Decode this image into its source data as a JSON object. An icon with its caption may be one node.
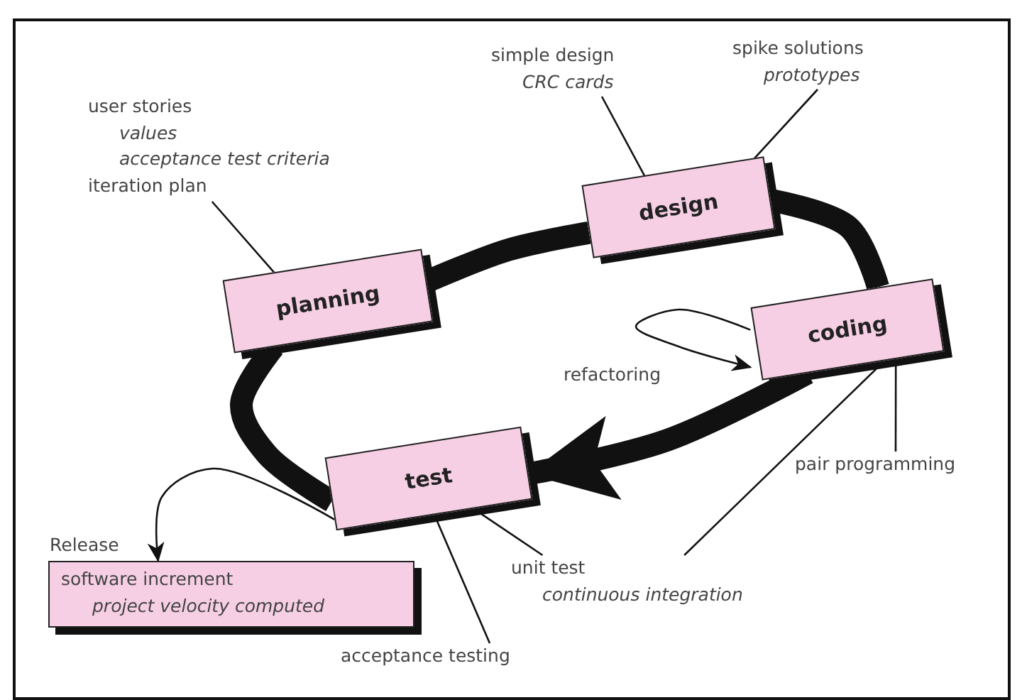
{
  "diagram": {
    "nodes": [
      {
        "text": [
          "planning"
        ]
      },
      {
        "text": [
          "design"
        ]
      },
      {
        "text": [
          "coding"
        ]
      },
      {
        "text": [
          "test"
        ]
      },
      {
        "text": [
          "Release",
          "software increment",
          "project velocity computed"
        ]
      },
      {
        "text": [
          "user stories",
          "values",
          "acceptance test criteria",
          "iteration plan"
        ]
      },
      {
        "text": [
          "simple design",
          "CRC cards"
        ]
      },
      {
        "text": [
          "spike solutions",
          "prototypes"
        ]
      },
      {
        "text": [
          "pair programming"
        ]
      },
      {
        "text": [
          "unit test",
          "continuous integration"
        ]
      },
      {
        "text": [
          "acceptance testing"
        ]
      }
    ],
    "edges": [
      {
        "from": 0,
        "to": 1,
        "arrow": "none",
        "style": "thick"
      },
      {
        "from": 1,
        "to": 2,
        "arrow": "none",
        "style": "thick"
      },
      {
        "from": 2,
        "to": 3,
        "arrow": "to",
        "style": "thick"
      },
      {
        "from": 3,
        "to": 0,
        "arrow": "none",
        "style": "thick"
      },
      {
        "from": 3,
        "to": 4,
        "arrow": "to"
      },
      {
        "from": 2,
        "to": 2,
        "arrow": "to",
        "label": "refactoring"
      },
      {
        "from": 5,
        "to": 0,
        "arrow": "none"
      },
      {
        "from": 6,
        "to": 1,
        "arrow": "none"
      },
      {
        "from": 7,
        "to": 1,
        "arrow": "none"
      },
      {
        "from": 8,
        "to": 2,
        "arrow": "none"
      },
      {
        "from": 9,
        "to": 3,
        "arrow": "none"
      },
      {
        "from": 9,
        "to": 2,
        "arrow": "none"
      },
      {
        "from": 10,
        "to": 3,
        "arrow": "none"
      }
    ]
  }
}
